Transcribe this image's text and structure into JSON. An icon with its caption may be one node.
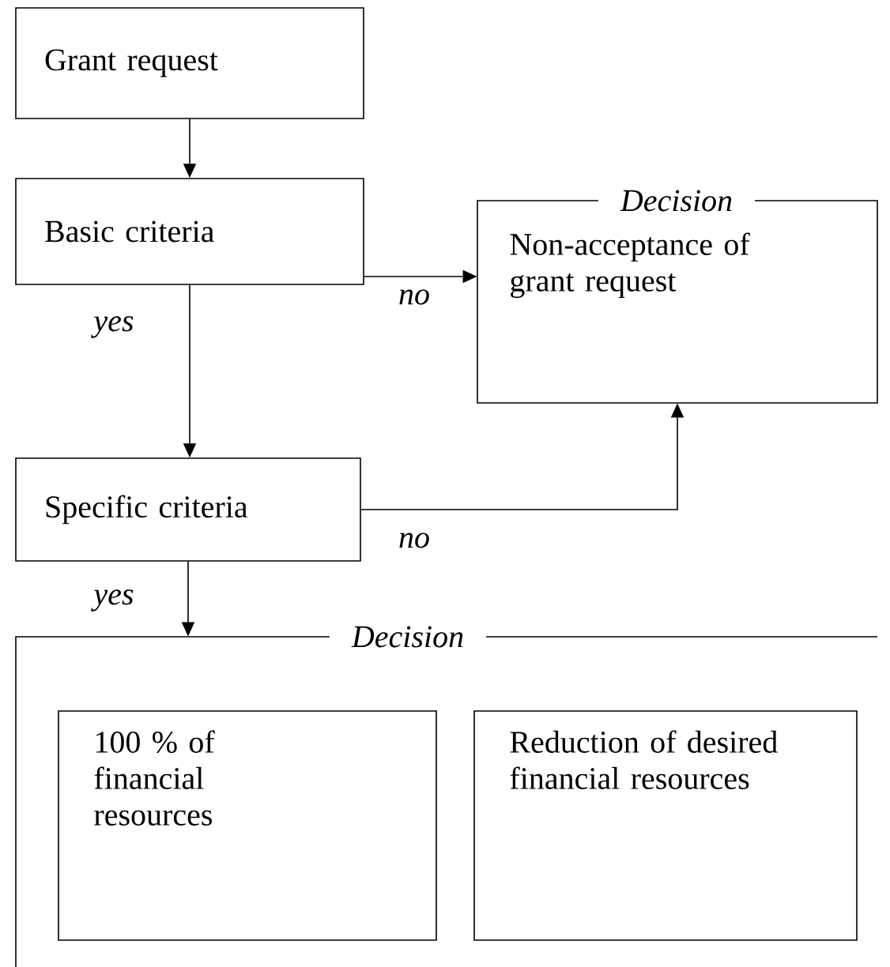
{
  "diagram": {
    "nodes": [
      {
        "text": [
          "Grant request"
        ]
      },
      {
        "text": [
          "Basic criteria"
        ]
      },
      {
        "text": [
          "Decision",
          "Non-acceptance of grant request"
        ]
      },
      {
        "text": [
          "Specific criteria"
        ]
      },
      {
        "text": [
          "Decision"
        ]
      },
      {
        "text": [
          "100 % of financial resources"
        ],
        "in": 4
      },
      {
        "text": [
          "Reduction of desired financial resources"
        ],
        "in": 4
      }
    ],
    "edges": [
      {
        "from": 0,
        "to": 1,
        "arrow": "to"
      },
      {
        "from": 1,
        "to": 2,
        "arrow": "to",
        "label": "no"
      },
      {
        "from": 1,
        "to": 3,
        "arrow": "to",
        "label": "yes"
      },
      {
        "from": 3,
        "to": 2,
        "arrow": "to",
        "label": "no"
      },
      {
        "from": 3,
        "to": 4,
        "arrow": "to",
        "label": "yes"
      }
    ]
  }
}
